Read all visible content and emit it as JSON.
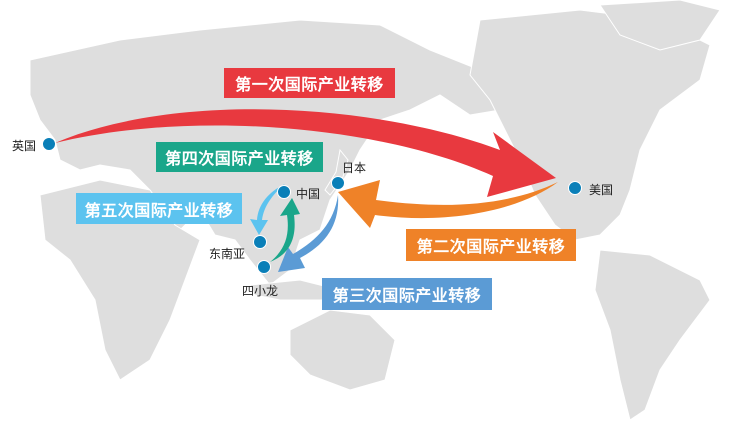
{
  "transfers": [
    {
      "label": "第一次国际产业转移",
      "from": "英国",
      "to": "美国",
      "color": "#e8393f"
    },
    {
      "label": "第二次国际产业转移",
      "from": "美国",
      "to": "日本",
      "color": "#ef8228"
    },
    {
      "label": "第三次国际产业转移",
      "from": "日本",
      "to": "四小龙",
      "color": "#5b9bd5"
    },
    {
      "label": "第四次国际产业转移",
      "from": "四小龙",
      "to": "中国",
      "color": "#1aa68a"
    },
    {
      "label": "第五次国际产业转移",
      "from": "中国",
      "to": "东南亚",
      "color": "#5cc3ef"
    }
  ],
  "places": {
    "uk": "英国",
    "usa": "美国",
    "japan": "日本",
    "china": "中国",
    "sea": "东南亚",
    "tigers": "四小龙"
  },
  "colors": {
    "land": "#dedede",
    "dot": "#0a7fb8"
  }
}
